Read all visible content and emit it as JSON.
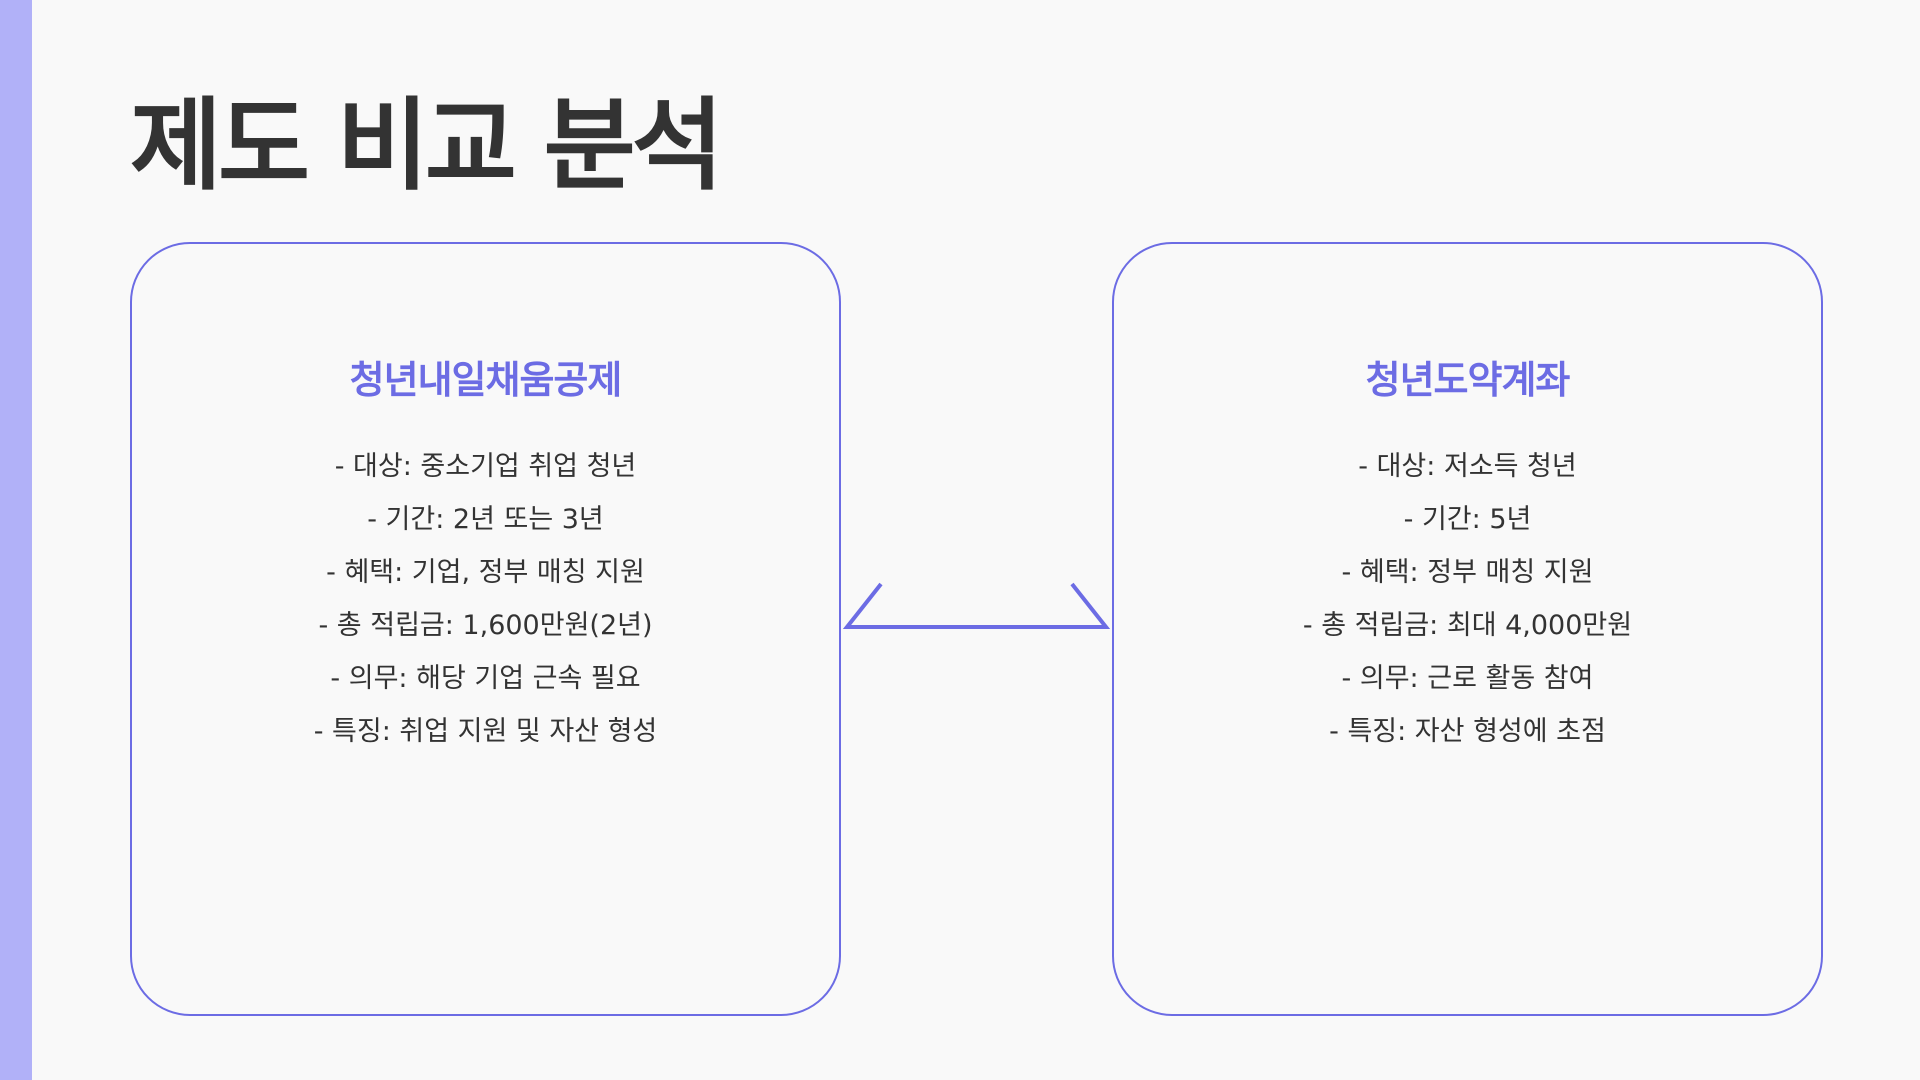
{
  "title": "제도 비교 분석",
  "colors": {
    "accent": "#6c6ce4",
    "accent_bar": "#b1b1f8",
    "text": "#333333",
    "background": "#f9f9f9"
  },
  "cards": [
    {
      "title": "청년내일채움공제",
      "items": [
        "- 대상: 중소기업 취업 청년",
        "- 기간: 2년 또는 3년",
        "- 혜택: 기업, 정부 매칭 지원",
        "- 총 적립금: 1,600만원(2년)",
        "- 의무: 해당 기업 근속 필요",
        "- 특징: 취업 지원 및 자산 형성"
      ]
    },
    {
      "title": "청년도약계좌",
      "items": [
        "- 대상: 저소득 청년",
        "- 기간: 5년",
        "- 혜택: 정부 매칭 지원",
        "- 총 적립금: 최대 4,000만원",
        "- 의무: 근로 활동 참여",
        "- 특징: 자산 형성에 초점"
      ]
    }
  ]
}
